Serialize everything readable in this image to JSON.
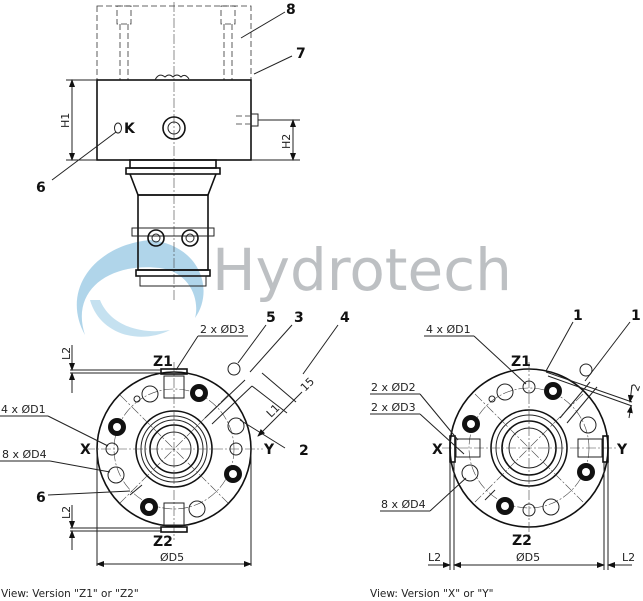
{
  "watermark": {
    "text": "Hydrotech",
    "logo_color": "#6fb3d9",
    "text_color": "#a8acb0"
  },
  "top_view": {
    "callouts": {
      "c8": "8",
      "c7": "7",
      "c6": "6"
    },
    "port_label": "K",
    "dims": {
      "h1": "H1",
      "h2": "H2"
    }
  },
  "left_view": {
    "caption": "View: Version \"Z1\" or \"Z2\"",
    "labels": {
      "z1": "Z1",
      "z2": "Z2",
      "x": "X",
      "y": "Y"
    },
    "callouts": {
      "c5": "5",
      "c3": "3",
      "c4": "4",
      "c2": "2",
      "c6": "6"
    },
    "dims": {
      "d1": "4 x ØD1",
      "d3": "2 x ØD3",
      "d4": "8 x ØD4",
      "d5": "ØD5",
      "l1": "L1",
      "l2_top": "L2",
      "l2_bottom": "L2",
      "fifteen": "15"
    }
  },
  "right_view": {
    "caption": "View: Version \"X\" or \"Y\"",
    "labels": {
      "z1": "Z1",
      "z2": "Z2",
      "x": "X",
      "y": "Y"
    },
    "callouts": {
      "c1a": "1",
      "c1b": "1"
    },
    "dims": {
      "d1": "4 x ØD1",
      "d2": "2 x ØD2",
      "d3": "2 x ØD3",
      "d4": "8 x ØD4",
      "d5": "ØD5",
      "l2_left": "L2",
      "l2_right": "L2",
      "two": "2"
    }
  }
}
